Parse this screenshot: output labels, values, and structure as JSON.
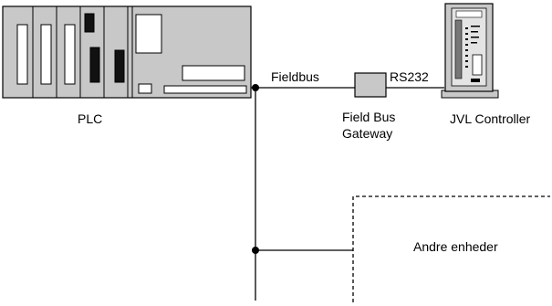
{
  "labels": {
    "plc": "PLC",
    "fieldbus": "Fieldbus",
    "rs232": "RS232",
    "gateway_line1": "Field Bus",
    "gateway_line2": "Gateway",
    "controller": "JVL Controller",
    "other_devices": "Andre enheder"
  },
  "colors": {
    "device_fill": "#c8c8c8",
    "line": "#000000",
    "background": "#ffffff"
  }
}
